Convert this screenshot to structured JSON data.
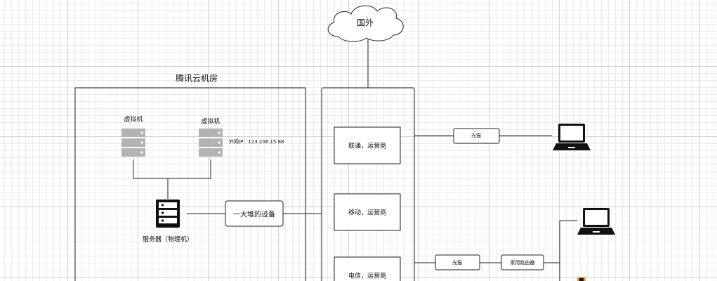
{
  "cloud": {
    "label": "国外"
  },
  "server_room": {
    "title": "腾讯云机房"
  },
  "vms": [
    {
      "label": "虚拟机"
    },
    {
      "label": "虚拟机",
      "external_ip": "外网IP：123.206.15.88"
    }
  ],
  "physical_server": {
    "label": "服务器（物理机）"
  },
  "middle_device": {
    "label": "一大堆的设备"
  },
  "carriers": [
    {
      "label": "联通，运营商"
    },
    {
      "label": "移动，运营商"
    },
    {
      "label": "电信，运营商"
    }
  ],
  "modems": [
    {
      "label": "光猫"
    },
    {
      "label": "光猫"
    }
  ],
  "home_router": {
    "label": "家用路由器"
  },
  "icons": {
    "cloud": "cloud-icon",
    "vm": "server-rack-icon",
    "physical": "physical-server-icon",
    "client": "laptop-icon",
    "user": "user-icon"
  }
}
